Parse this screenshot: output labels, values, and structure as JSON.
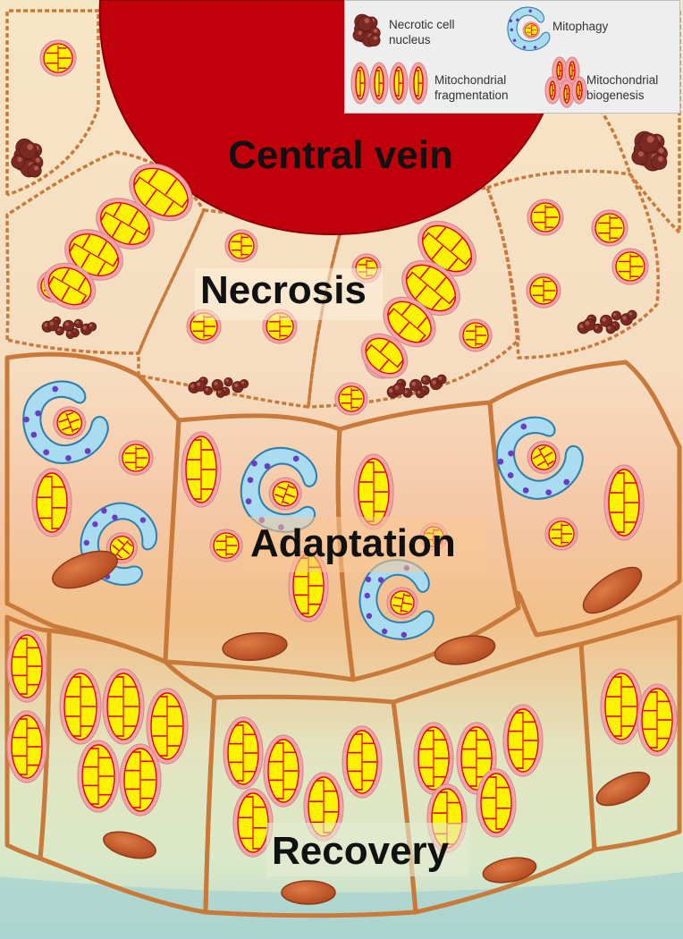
{
  "legend": {
    "necrotic": "Necrotic cell nucleus",
    "mitophagy": "Mitophagy",
    "fragmentation": "Mitochondrial fragmentation",
    "biogenesis": "Mitochondrial biogenesis"
  },
  "zones": {
    "central_vein": "Central vein",
    "necrosis": "Necrosis",
    "adaptation": "Adaptation",
    "recovery": "Recovery"
  },
  "colors": {
    "vein": "#c0000a",
    "mito_fill": "#fff200",
    "mito_crista": "#e60012",
    "mito_outer": "#f4a5a8",
    "membrane": "#c97a3a",
    "nucleus": "#b5532a",
    "necrotic_nucleus": "#7a2a22",
    "lysosome": "#a9dcf0",
    "lysosome_dot": "#6a3cc4"
  }
}
